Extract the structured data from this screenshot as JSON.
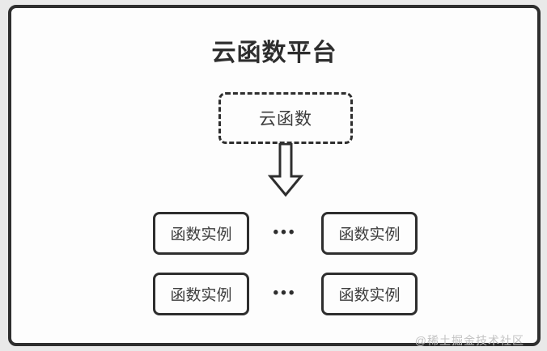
{
  "diagram": {
    "title": "云函数平台",
    "cloud_function_box": {
      "label": "云函数"
    },
    "arrow": {
      "direction": "down",
      "style": "hollow-block-arrow"
    },
    "instance_rows": [
      {
        "left": "函数实例",
        "dots": "•••",
        "right": "函数实例"
      },
      {
        "left": "函数实例",
        "dots": "•••",
        "right": "函数实例"
      }
    ],
    "watermark": "@稀土掘金技术社区",
    "colors": {
      "stroke": "#2e2e2e",
      "label_text": "#3c3c3c",
      "card_background": "#fdfdfd",
      "page_background": "#e9e9e9",
      "watermark_text": "#c3c3c3"
    }
  }
}
